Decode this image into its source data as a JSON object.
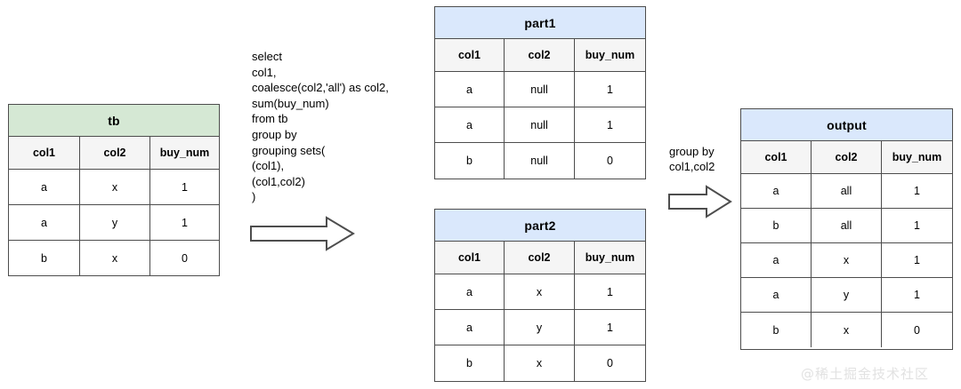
{
  "watermark": {
    "text": "@稀土掘金技术社区"
  },
  "colors": {
    "title_green": "#d5e8d4",
    "title_blue": "#dae8fc",
    "header_row": "#f5f5f5",
    "border": "#4d4d4d",
    "watermark": "#e2e2e2"
  },
  "sql": {
    "text": "select\ncol1,\ncoalesce(col2,'all') as col2,\nsum(buy_num)\nfrom tb\ngroup by\ngrouping sets(\n(col1),\n(col1,col2)\n)"
  },
  "arrows": {
    "left": {
      "name": "transform-arrow",
      "direction": "right"
    },
    "right": {
      "name": "group-by-arrow",
      "direction": "right",
      "label": "group by\ncol1,col2"
    }
  },
  "tables": {
    "tb": {
      "title": "tb",
      "columns": [
        "col1",
        "col2",
        "buy_num"
      ],
      "rows": [
        [
          "a",
          "x",
          "1"
        ],
        [
          "a",
          "y",
          "1"
        ],
        [
          "b",
          "x",
          "0"
        ]
      ]
    },
    "part1": {
      "title": "part1",
      "columns": [
        "col1",
        "col2",
        "buy_num"
      ],
      "rows": [
        [
          "a",
          "null",
          "1"
        ],
        [
          "a",
          "null",
          "1"
        ],
        [
          "b",
          "null",
          "0"
        ]
      ]
    },
    "part2": {
      "title": "part2",
      "columns": [
        "col1",
        "col2",
        "buy_num"
      ],
      "rows": [
        [
          "a",
          "x",
          "1"
        ],
        [
          "a",
          "y",
          "1"
        ],
        [
          "b",
          "x",
          "0"
        ]
      ]
    },
    "output": {
      "title": "output",
      "columns": [
        "col1",
        "col2",
        "buy_num"
      ],
      "rows": [
        [
          "a",
          "all",
          "1"
        ],
        [
          "b",
          "all",
          "1"
        ],
        [
          "a",
          "x",
          "1"
        ],
        [
          "a",
          "y",
          "1"
        ],
        [
          "b",
          "x",
          "0"
        ]
      ]
    }
  }
}
